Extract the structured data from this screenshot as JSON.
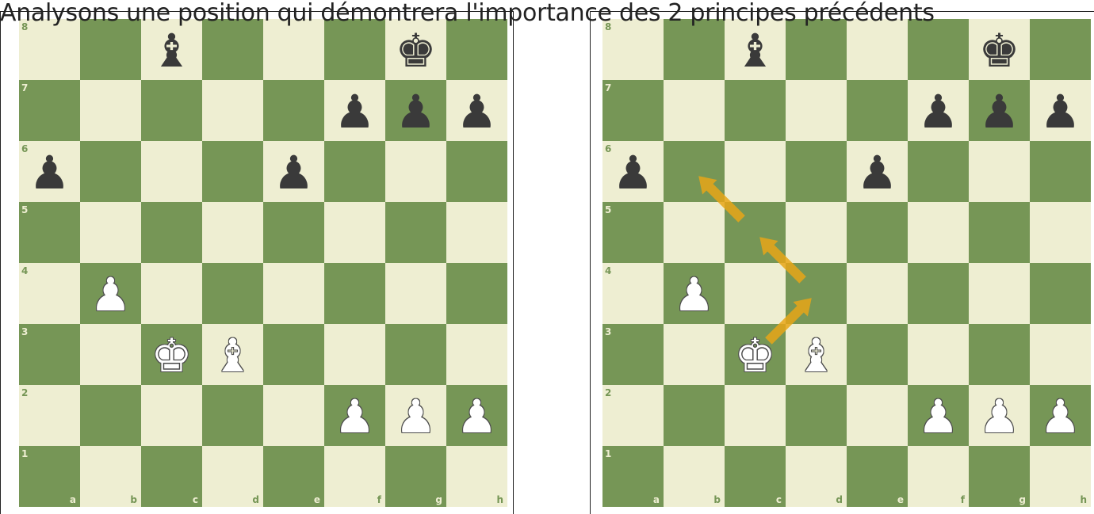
{
  "caption": "Analysons une position qui démontrera l'importance des 2 principes précédents",
  "colors": {
    "light_square": "#eeeed2",
    "dark_square": "#769656",
    "arrow": "#e8a617"
  },
  "files": [
    "a",
    "b",
    "c",
    "d",
    "e",
    "f",
    "g",
    "h"
  ],
  "ranks": [
    "8",
    "7",
    "6",
    "5",
    "4",
    "3",
    "2",
    "1"
  ],
  "boards": [
    {
      "pieces": [
        {
          "square": "c8",
          "color": "black",
          "type": "bishop",
          "glyph": "♝"
        },
        {
          "square": "g8",
          "color": "black",
          "type": "king",
          "glyph": "♚"
        },
        {
          "square": "f7",
          "color": "black",
          "type": "pawn",
          "glyph": "♟"
        },
        {
          "square": "g7",
          "color": "black",
          "type": "pawn",
          "glyph": "♟"
        },
        {
          "square": "h7",
          "color": "black",
          "type": "pawn",
          "glyph": "♟"
        },
        {
          "square": "a6",
          "color": "black",
          "type": "pawn",
          "glyph": "♟"
        },
        {
          "square": "e6",
          "color": "black",
          "type": "pawn",
          "glyph": "♟"
        },
        {
          "square": "b4",
          "color": "white",
          "type": "pawn",
          "glyph": "♟"
        },
        {
          "square": "c3",
          "color": "white",
          "type": "king",
          "glyph": "♚"
        },
        {
          "square": "d3",
          "color": "white",
          "type": "bishop",
          "glyph": "♝"
        },
        {
          "square": "f2",
          "color": "white",
          "type": "pawn",
          "glyph": "♟"
        },
        {
          "square": "g2",
          "color": "white",
          "type": "pawn",
          "glyph": "♟"
        },
        {
          "square": "h2",
          "color": "white",
          "type": "pawn",
          "glyph": "♟"
        }
      ],
      "arrows": []
    },
    {
      "pieces": [
        {
          "square": "c8",
          "color": "black",
          "type": "bishop",
          "glyph": "♝"
        },
        {
          "square": "g8",
          "color": "black",
          "type": "king",
          "glyph": "♚"
        },
        {
          "square": "f7",
          "color": "black",
          "type": "pawn",
          "glyph": "♟"
        },
        {
          "square": "g7",
          "color": "black",
          "type": "pawn",
          "glyph": "♟"
        },
        {
          "square": "h7",
          "color": "black",
          "type": "pawn",
          "glyph": "♟"
        },
        {
          "square": "a6",
          "color": "black",
          "type": "pawn",
          "glyph": "♟"
        },
        {
          "square": "e6",
          "color": "black",
          "type": "pawn",
          "glyph": "♟"
        },
        {
          "square": "b4",
          "color": "white",
          "type": "pawn",
          "glyph": "♟"
        },
        {
          "square": "c3",
          "color": "white",
          "type": "king",
          "glyph": "♚"
        },
        {
          "square": "d3",
          "color": "white",
          "type": "bishop",
          "glyph": "♝"
        },
        {
          "square": "f2",
          "color": "white",
          "type": "pawn",
          "glyph": "♟"
        },
        {
          "square": "g2",
          "color": "white",
          "type": "pawn",
          "glyph": "♟"
        },
        {
          "square": "h2",
          "color": "white",
          "type": "pawn",
          "glyph": "♟"
        }
      ],
      "arrows": [
        {
          "from": "c3",
          "to": "d4"
        },
        {
          "from": "d4",
          "to": "c5"
        },
        {
          "from": "c5",
          "to": "b6"
        }
      ]
    }
  ]
}
